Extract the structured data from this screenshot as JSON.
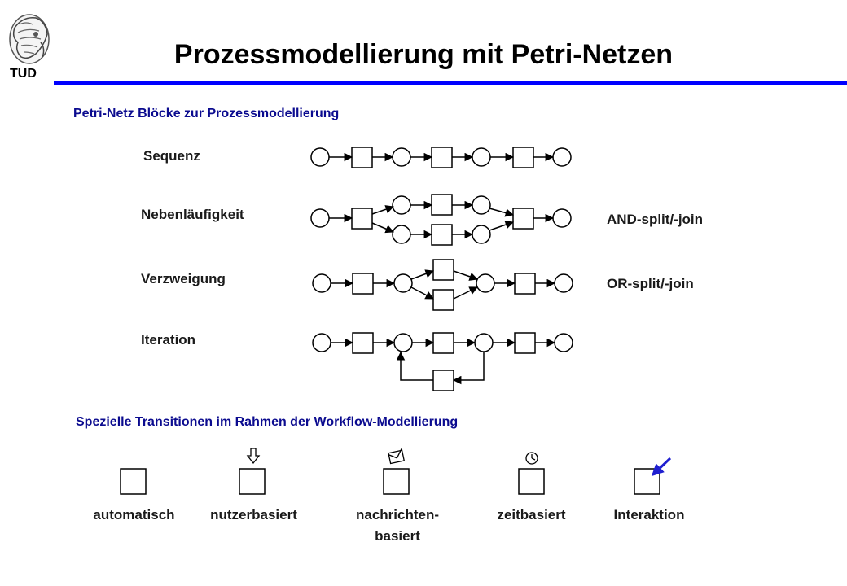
{
  "header": {
    "logo_text": "TUD",
    "title": "Prozessmodellierung mit Petri-Netzen"
  },
  "section1": {
    "heading": "Petri-Netz Blöcke zur Prozessmodellierung",
    "rows": {
      "sequence": "Sequenz",
      "parallel": "Nebenläufigkeit",
      "branching": "Verzweigung",
      "iteration": "Iteration"
    },
    "notes": {
      "and": "AND-split/-join",
      "or": "OR-split/-join"
    }
  },
  "section2": {
    "heading": "Spezielle Transitionen im Rahmen der Workflow-Modellierung",
    "transitions": [
      {
        "label": "automatisch",
        "icon": "none"
      },
      {
        "label": "nutzerbasiert",
        "icon": "down-arrow-icon"
      },
      {
        "label": "nachrichten-\nbasiert",
        "icon": "envelope-icon"
      },
      {
        "label": "zeitbasiert",
        "icon": "clock-icon"
      },
      {
        "label": "Interaktion",
        "icon": "blue-arrow-icon"
      }
    ]
  },
  "colors": {
    "accent": "#0000ff",
    "heading": "#0b0b8f",
    "stroke": "#000000"
  }
}
